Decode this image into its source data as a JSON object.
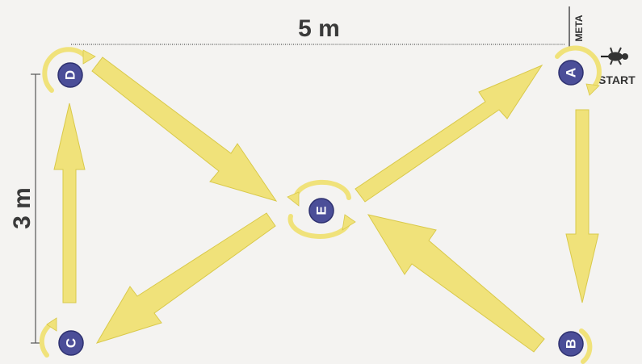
{
  "dimensions": {
    "width_label": "5 m",
    "height_label": "3 m"
  },
  "labels": {
    "meta": "META",
    "start": "START"
  },
  "points": {
    "a": "A",
    "b": "B",
    "c": "C",
    "d": "D",
    "e": "E"
  },
  "colors": {
    "arrow": "#f0e27a",
    "arrow_stroke": "#d9c94a",
    "node_fill": "#4b4e98",
    "node_stroke": "#2e3170",
    "line": "#444444",
    "background": "#f4f3f1"
  },
  "icons": {
    "runner": "runner-icon"
  }
}
